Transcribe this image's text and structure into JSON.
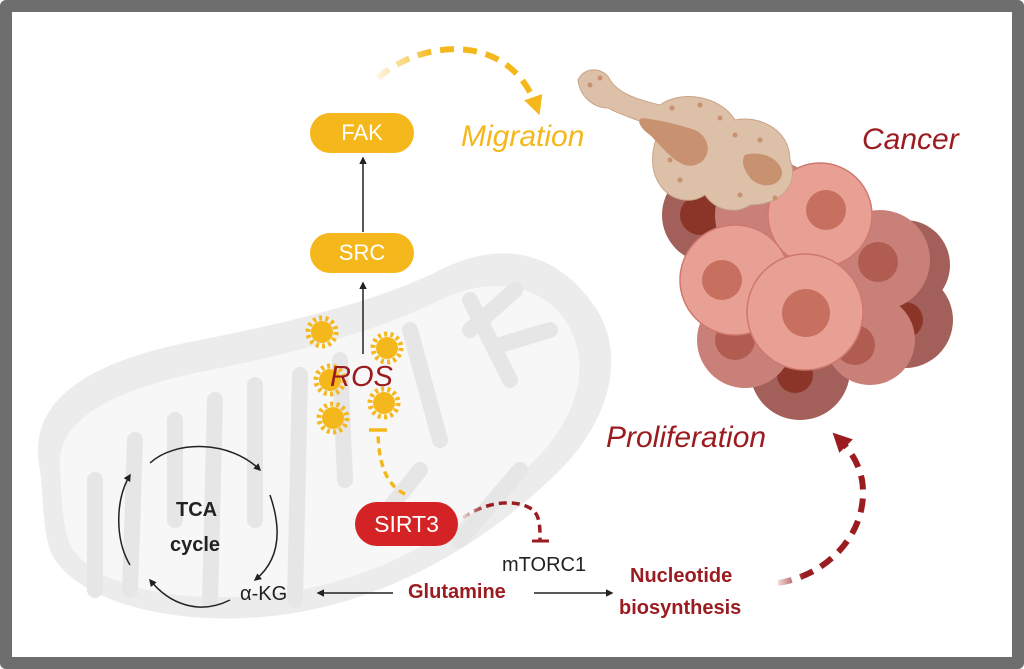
{
  "figure": {
    "title": "SIRT3 signaling in cancer migration and proliferation",
    "colors": {
      "frame": "#6e6e6e",
      "yellow": "#f5b81c",
      "dark_red": "#9b1c20",
      "sirt3_red": "#d42325",
      "mitochondrion": "#ececec",
      "arrow": "#222222"
    }
  },
  "nodes": {
    "fak": "FAK",
    "src": "SRC",
    "ros": "ROS",
    "sirt3": "SIRT3",
    "mtorc1": "mTORC1",
    "glutamine": "Glutamine",
    "akg": "α-KG",
    "tca_line1": "TCA",
    "tca_line2": "cycle",
    "nucleotide_line1": "Nucleotide",
    "nucleotide_line2": "biosynthesis"
  },
  "outcomes": {
    "migration": "Migration",
    "cancer": "Cancer",
    "proliferation": "Proliferation"
  },
  "edges": [
    {
      "from": "ROS",
      "to": "SRC",
      "type": "activation"
    },
    {
      "from": "SRC",
      "to": "FAK",
      "type": "activation"
    },
    {
      "from": "FAK",
      "to": "Migration",
      "type": "dashed-activation"
    },
    {
      "from": "SIRT3",
      "to": "ROS",
      "type": "dashed-inhibition"
    },
    {
      "from": "SIRT3",
      "to": "mTORC1",
      "type": "dashed-inhibition"
    },
    {
      "from": "Glutamine",
      "to": "α-KG",
      "type": "activation"
    },
    {
      "from": "Glutamine",
      "to": "Nucleotide biosynthesis",
      "type": "activation"
    },
    {
      "from": "Nucleotide biosynthesis",
      "to": "Proliferation",
      "type": "dashed-activation"
    }
  ]
}
